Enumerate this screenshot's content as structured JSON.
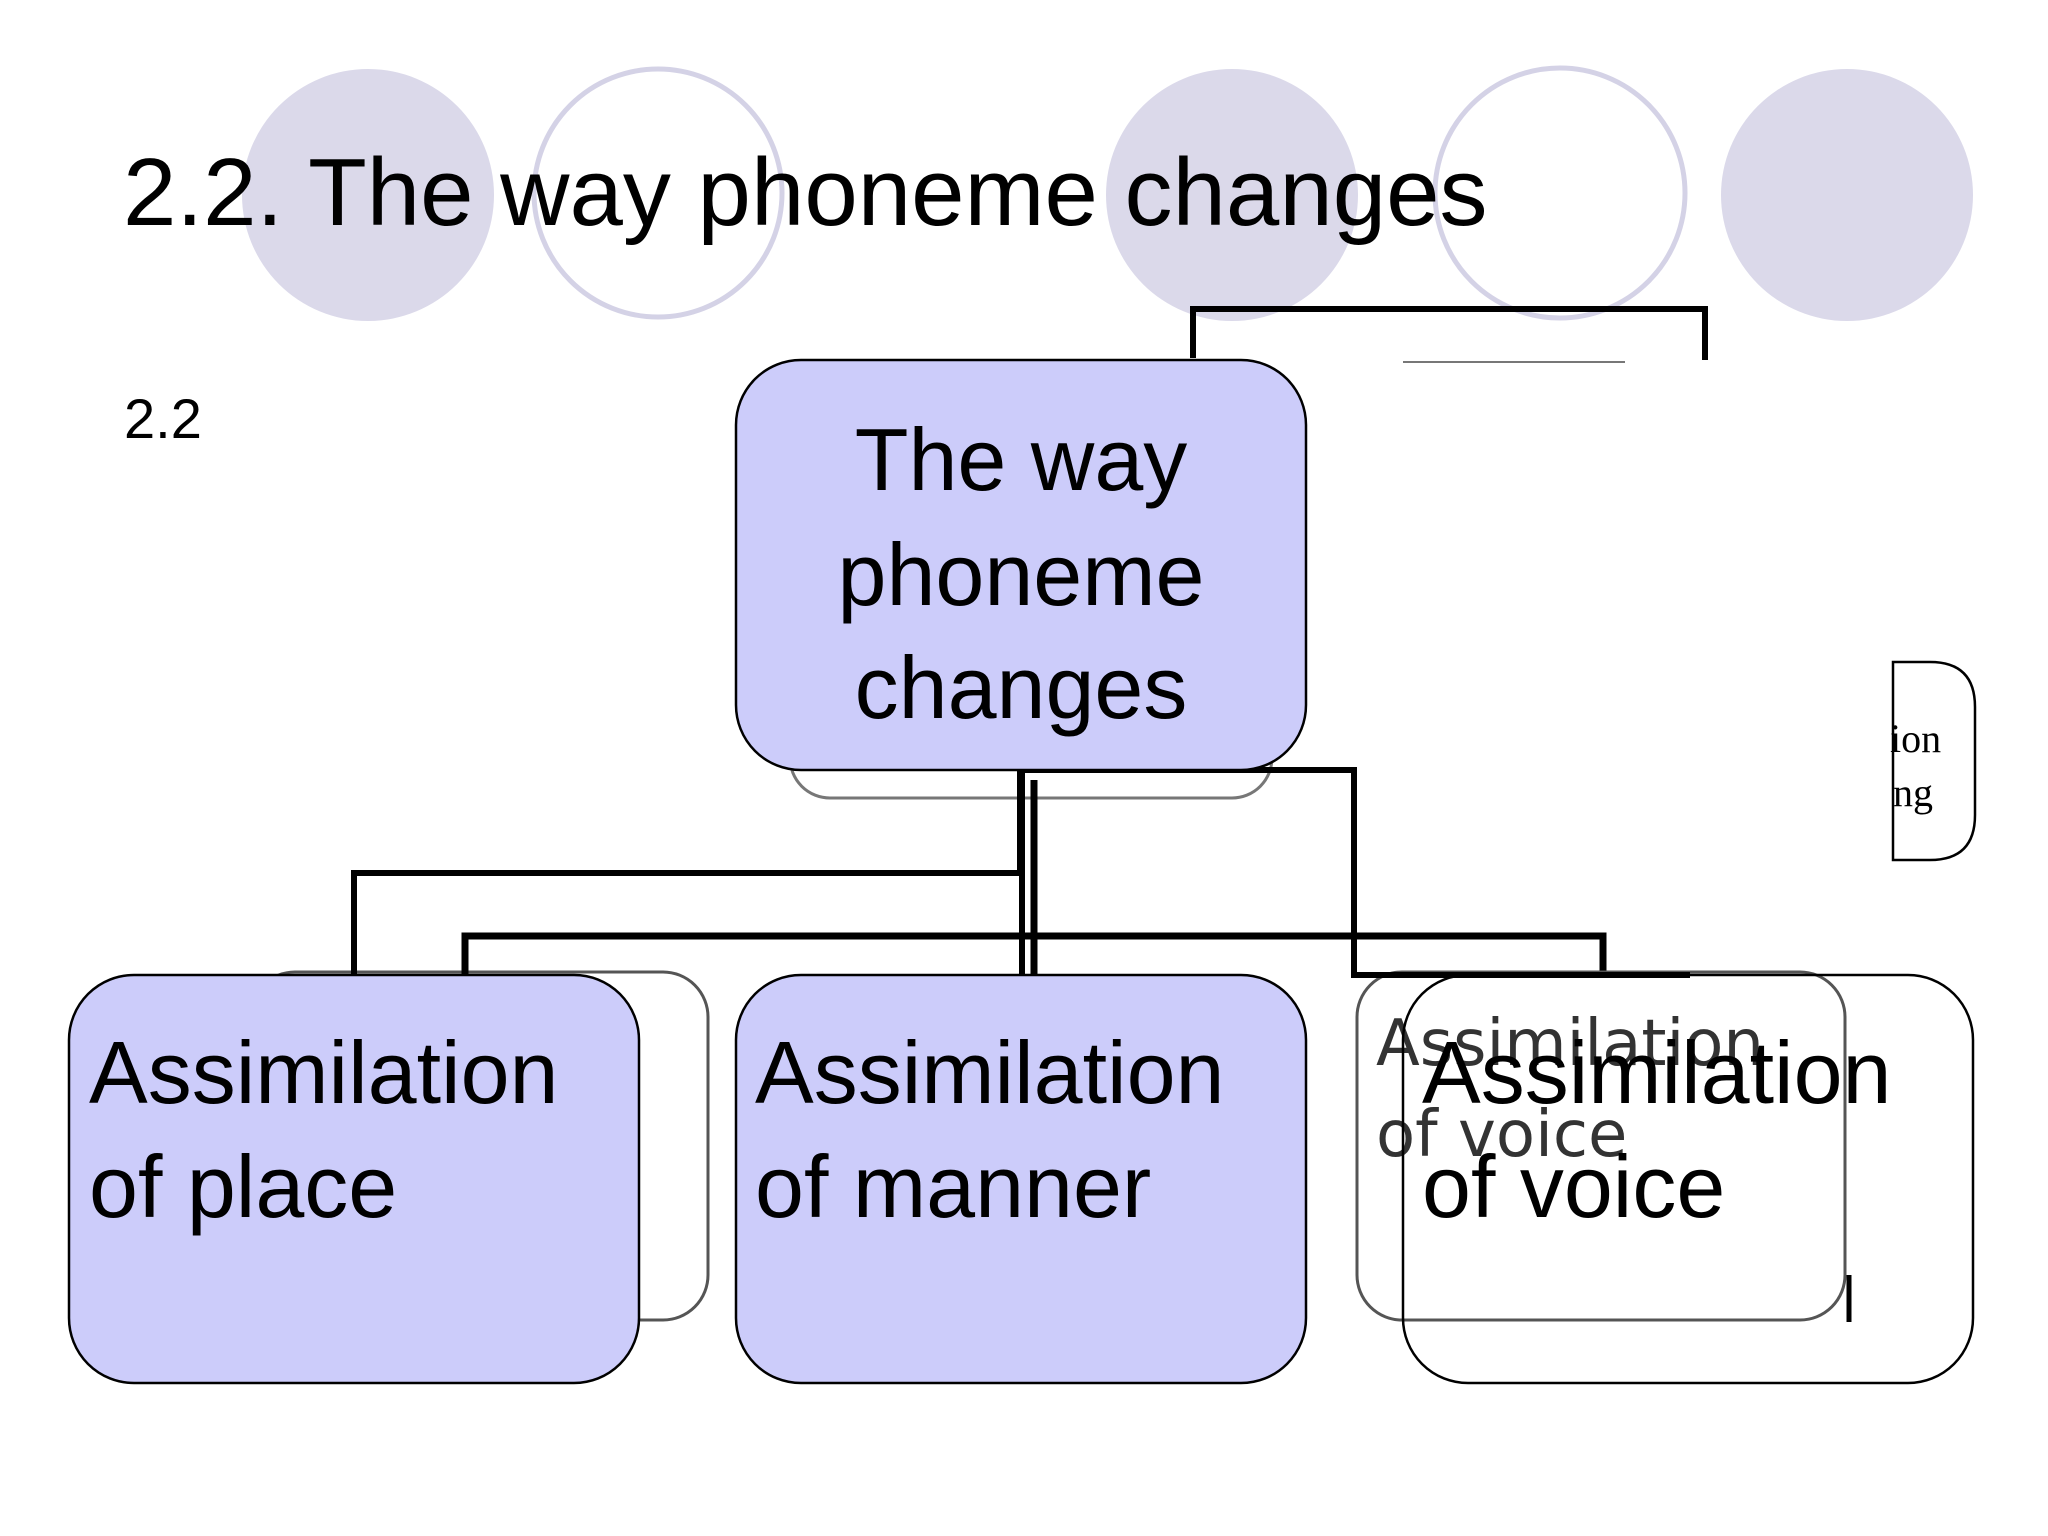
{
  "slide": {
    "title": "2.2. The way phoneme changes",
    "subheading": "2.2"
  },
  "diagram": {
    "root": {
      "lines": [
        "The way",
        "phoneme",
        "changes"
      ]
    },
    "children": [
      {
        "lines": [
          "Assimilation",
          "of place"
        ]
      },
      {
        "lines": [
          "Assimilation",
          "of manner"
        ]
      },
      {
        "lines": [
          "Assimilation",
          "of voice"
        ]
      }
    ],
    "ghost_child": {
      "lines": [
        "Assimilation",
        "of voice"
      ]
    },
    "background_fragment": {
      "lines": [
        "ion",
        "ng"
      ]
    }
  },
  "colors": {
    "node_fill": "#ccccfa",
    "decor_circle": "#dbd9ea",
    "decor_ring": "#d4d2e6",
    "connector": "#000000",
    "outline_node_fill": "#ffffff"
  }
}
